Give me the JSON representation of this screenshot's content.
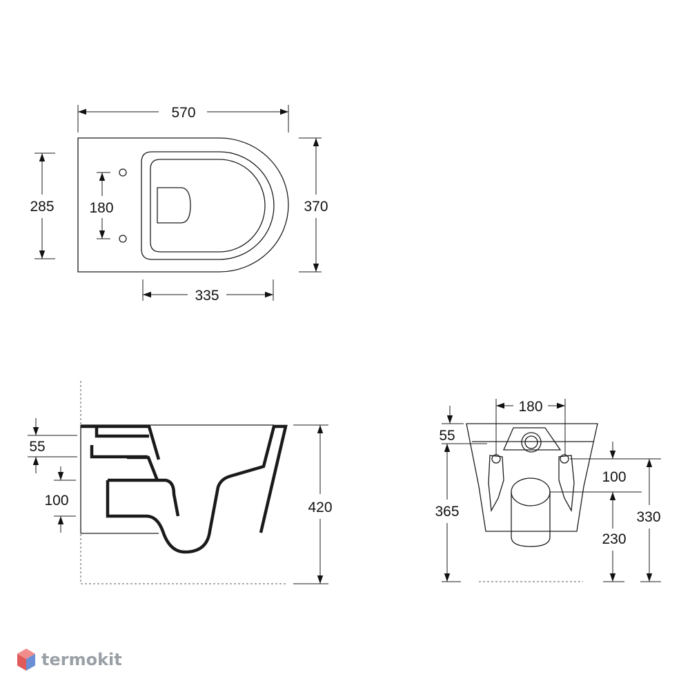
{
  "top_view": {
    "overall_length": "570",
    "mount_width": "285",
    "hole_spacing": "180",
    "overall_width": "370",
    "bowl_length": "335"
  },
  "side_view": {
    "top_offset": "55",
    "inlet_height": "100",
    "overall_height": "420"
  },
  "rear_view": {
    "hole_spacing": "180",
    "top_offset": "55",
    "overall_height": "365",
    "inlet_height": "100",
    "outlet_height": "230",
    "hole_height": "330"
  },
  "brand": {
    "name": "termokit",
    "icon": "hexagon-cube-icon",
    "colors": {
      "red": "#e05a5a",
      "blue": "#6b8fd6",
      "gray": "#9aa0a6"
    }
  }
}
